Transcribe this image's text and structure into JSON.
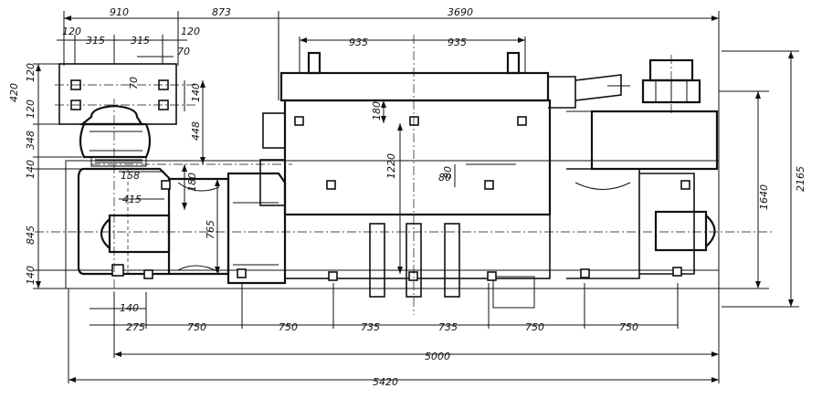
{
  "dimensions": {
    "top": {
      "d910": "910",
      "d873": "873",
      "d3690": "3690"
    },
    "mount_top": {
      "d120a": "120",
      "d315a": "315",
      "d315b": "315",
      "d120b": "120",
      "d70h": "70"
    },
    "engine_top": {
      "d935a": "935",
      "d935b": "935"
    },
    "left": {
      "d420": "420",
      "d120a": "120",
      "d120b": "120",
      "d348": "348",
      "d140a": "140",
      "d845": "845",
      "d140b": "140"
    },
    "mount_side": {
      "d70v": "70",
      "d140v": "140",
      "d448": "448",
      "d180a": "180",
      "d158": "158",
      "d415": "415",
      "d765": "765"
    },
    "center": {
      "d180b": "180",
      "d1220": "1220",
      "d80v": "80",
      "d80h": "80"
    },
    "right": {
      "d1640": "1640",
      "d2165": "2165"
    },
    "bottom_chain": {
      "d140": "140",
      "d275": "275",
      "d750a": "750",
      "d750b": "750",
      "d735a": "735",
      "d735b": "735",
      "d750c": "750",
      "d750d": "750"
    },
    "bottom_total": {
      "d5000": "5000",
      "d5420": "5420"
    }
  }
}
